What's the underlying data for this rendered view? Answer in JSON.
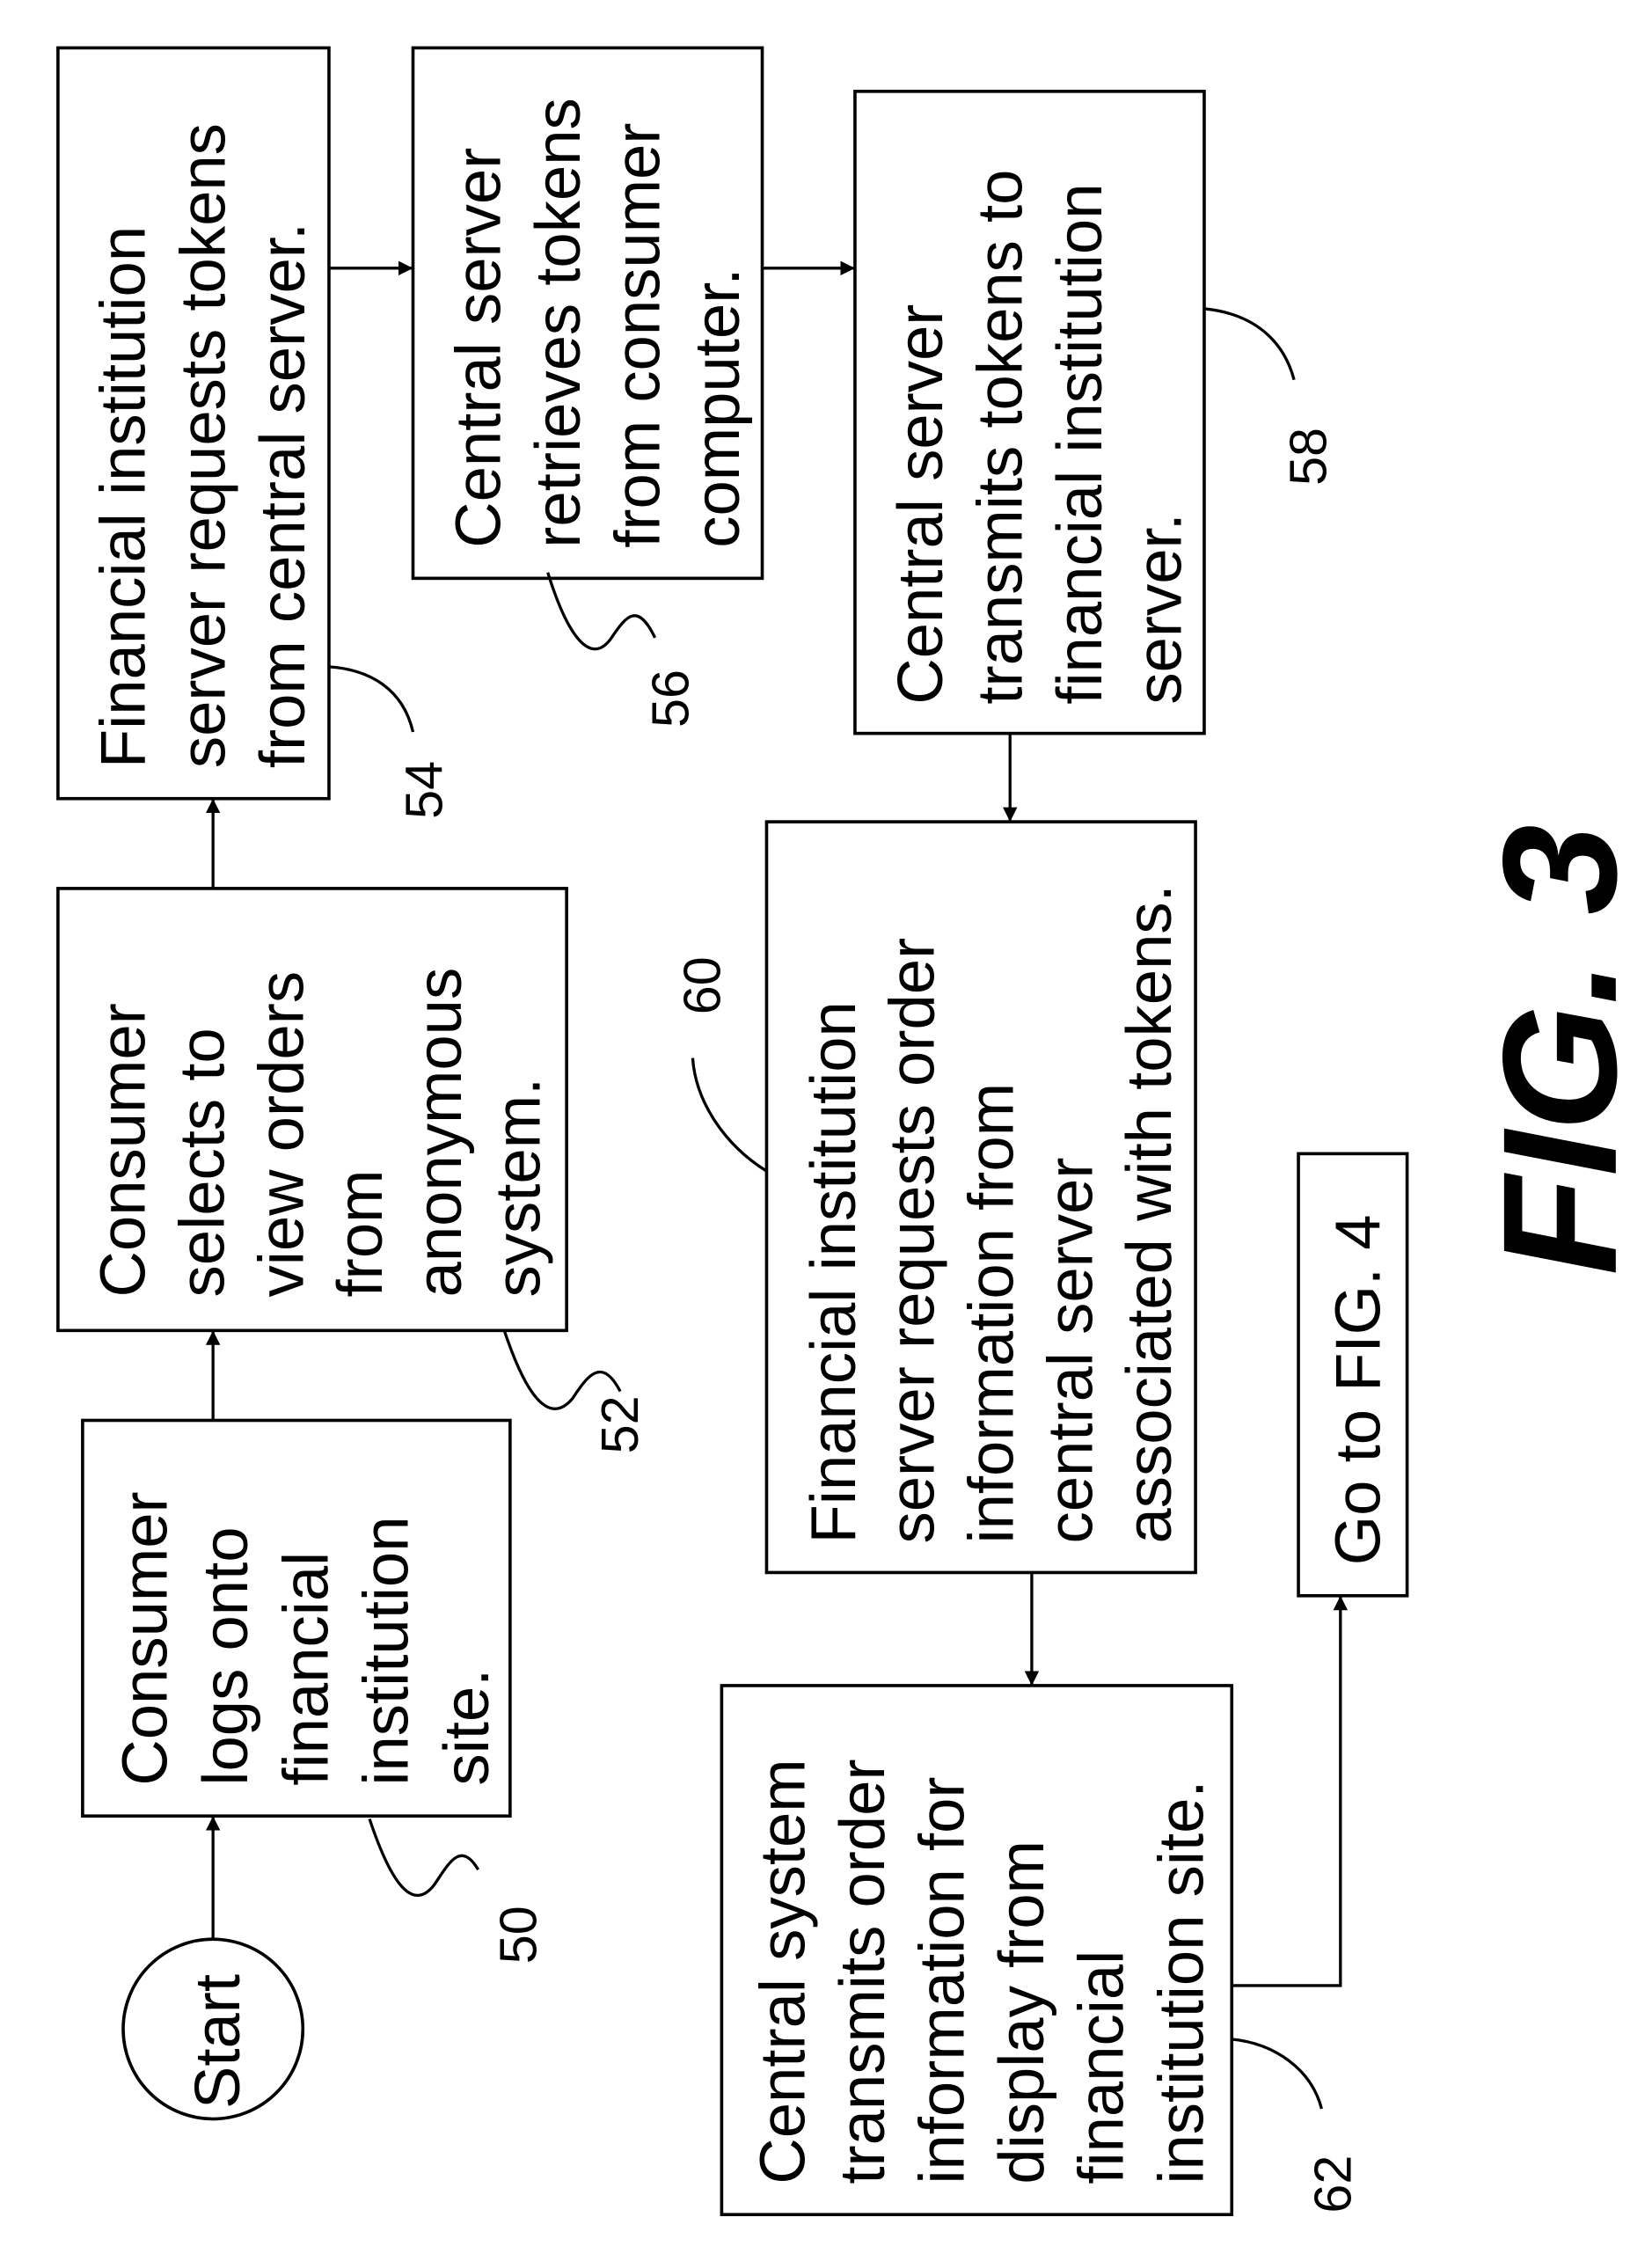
{
  "figure": {
    "title": "FIG. 3"
  },
  "start": {
    "label": "Start"
  },
  "steps": [
    {
      "ref": "50",
      "lines": [
        "Consumer",
        "logs onto",
        "financial",
        "institution",
        "site."
      ]
    },
    {
      "ref": "52",
      "lines": [
        "Consumer",
        "selects to",
        "view orders",
        "from",
        "anonymous",
        "system."
      ]
    },
    {
      "ref": "54",
      "lines": [
        "Financial institution",
        "server requests tokens",
        "from central server."
      ]
    },
    {
      "ref": "56",
      "lines": [
        "Central server",
        "retrieves tokens",
        "from consumer",
        "computer."
      ]
    },
    {
      "ref": "58",
      "lines": [
        "Central server",
        "transmits tokens to",
        "financial institution",
        "server."
      ]
    },
    {
      "ref": "60",
      "lines": [
        "Financial institution",
        "server requests order",
        "information from",
        "central server",
        "associated with tokens."
      ]
    },
    {
      "ref": "62",
      "lines": [
        "Central system",
        "transmits order",
        "information for",
        "display from",
        "financial",
        "institution site."
      ]
    }
  ],
  "goto": {
    "label": "Go to FIG. 4"
  }
}
